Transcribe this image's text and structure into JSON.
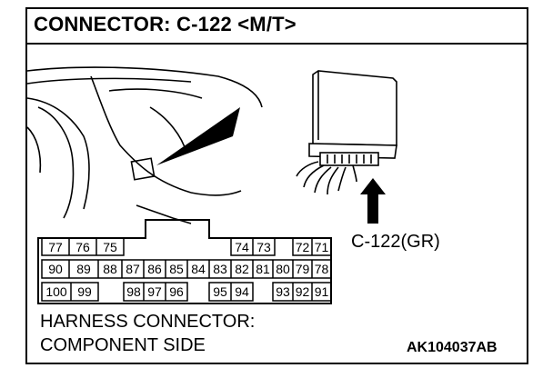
{
  "title": "CONNECTOR: C-122 <M/T>",
  "connector_label": "C-122(GR)",
  "caption_line1": "HARNESS CONNECTOR:",
  "caption_line2": "COMPONENT SIDE",
  "figure_code": "AK104037AB",
  "pins": {
    "row1": [
      "77",
      "76",
      "75",
      "74",
      "73",
      "72",
      "71"
    ],
    "row2": [
      "90",
      "89",
      "88",
      "87",
      "86",
      "85",
      "84",
      "83",
      "82",
      "81",
      "80",
      "79",
      "78"
    ],
    "row3": [
      "100",
      "99",
      "98",
      "97",
      "96",
      "95",
      "94",
      "93",
      "92",
      "91"
    ]
  }
}
